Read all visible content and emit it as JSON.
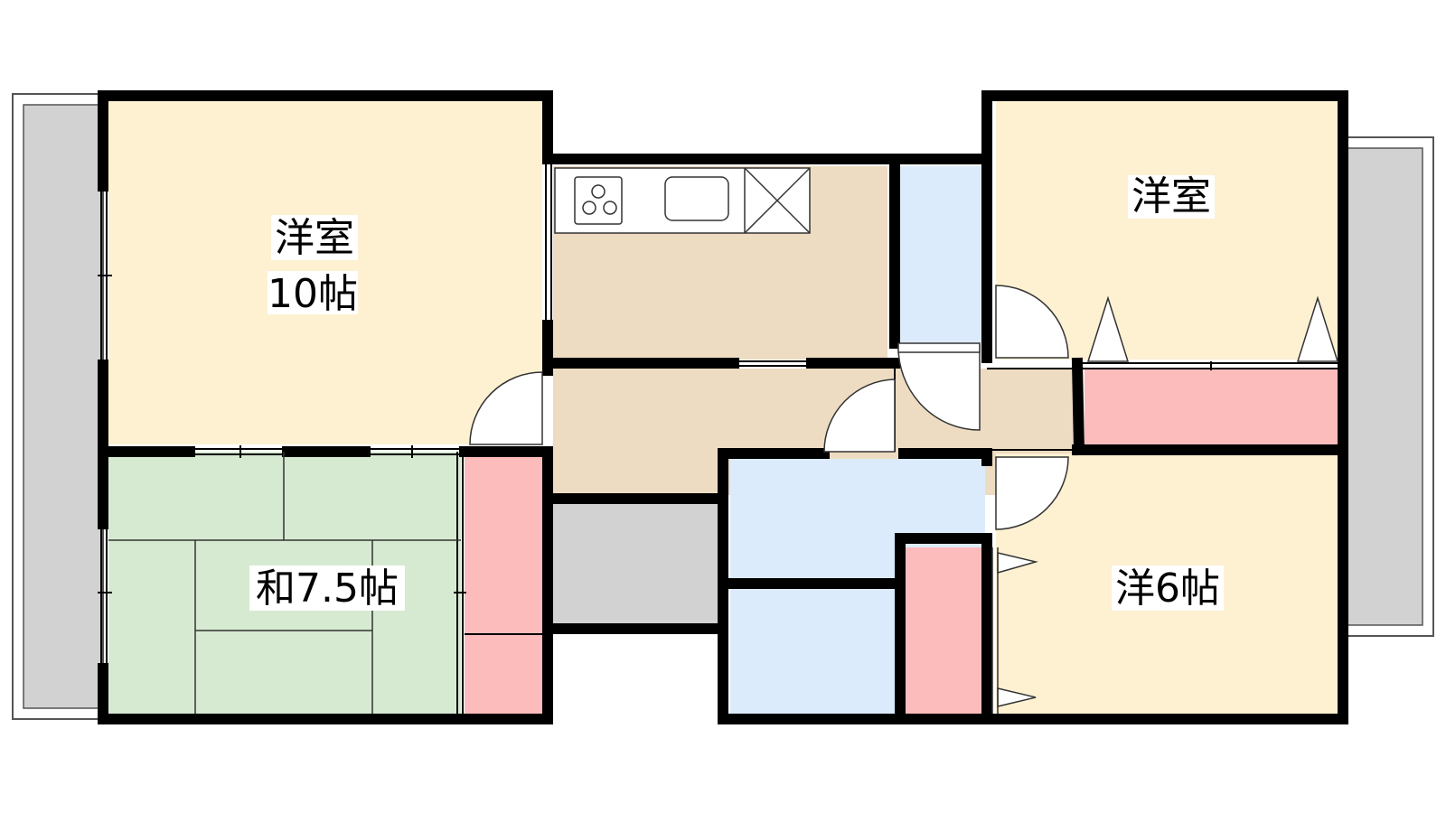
{
  "rooms": {
    "western_10": {
      "name": "洋室",
      "size": "10帖"
    },
    "western_ne": {
      "name": "洋室"
    },
    "japanese": {
      "label": "和7.5帖"
    },
    "western_6": {
      "label": "洋6帖"
    }
  },
  "colors": {
    "western_room": "#fdf1d2",
    "japanese_room": "#d6ead1",
    "kitchen_hall": "#eddcc2",
    "wet_area": "#dcebfb",
    "storage": "#fcbcbc",
    "balcony": "#d2d2d2",
    "wall": "#000000"
  }
}
